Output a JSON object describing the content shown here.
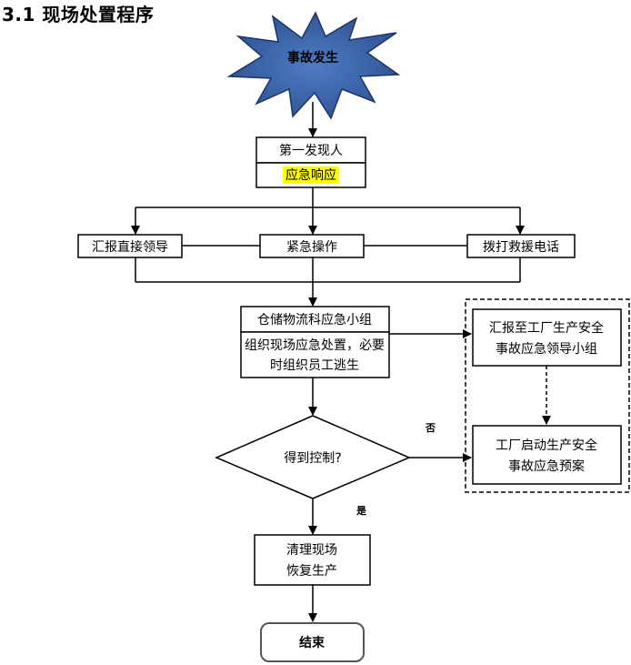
{
  "heading": "3.1 现场处置程序",
  "nodes": {
    "start": "事故发生",
    "first_finder": "第一发现人",
    "emergency_response": "应急响应",
    "report_leader": "汇报直接领导",
    "emergency_operation": "紧急操作",
    "dial_rescue_phone": "拨打救援电话",
    "warehouse_team": "仓储物流科应急小组",
    "organize_line1": "组织现场应急处置，必要",
    "organize_line2": "时组织员工逃生",
    "report_factory_line1": "汇报至工厂生产安全",
    "report_factory_line2": "事故应急领导小组",
    "decision": "得到控制?",
    "factory_plan_line1": "工厂启动生产安全",
    "factory_plan_line2": "事故应急预案",
    "clean_line1": "清理现场",
    "clean_line2": "恢复生产",
    "end": "结束"
  },
  "labels": {
    "no": "否",
    "yes": "是"
  },
  "colors": {
    "starburst_fill": "#3a62a8",
    "start_text": "#ff0000",
    "end_text": "#ff0000",
    "highlight": "#ffff00"
  }
}
